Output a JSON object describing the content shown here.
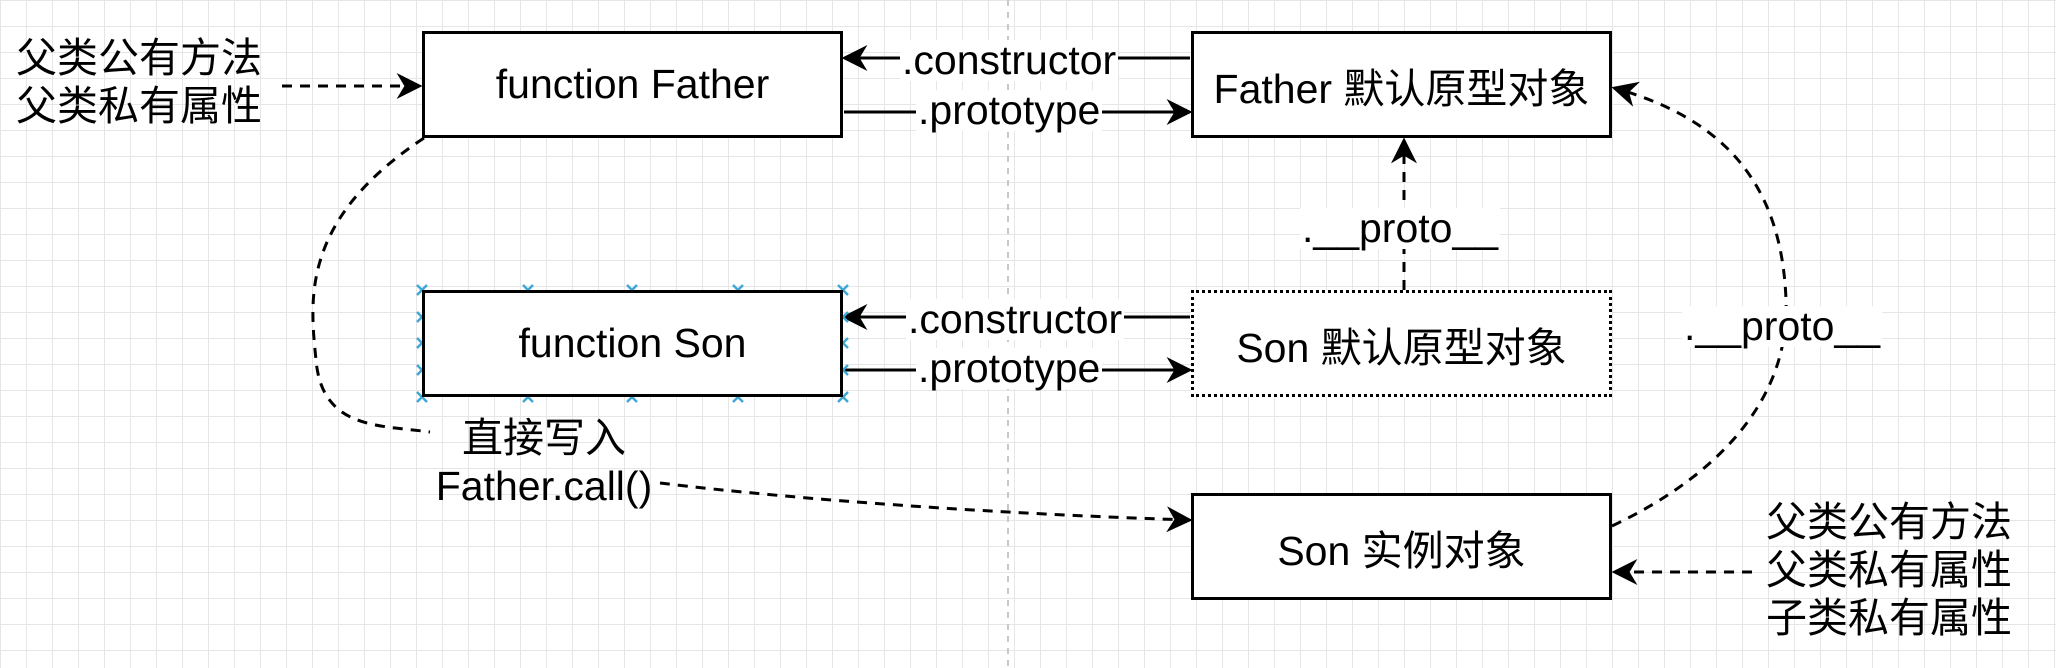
{
  "nodes": {
    "father_fn": "function Father",
    "father_proto": "Father 默认原型对象",
    "son_fn": "function Son",
    "son_proto": "Son 默认原型对象",
    "son_instance": "Son 实例对象"
  },
  "edge_labels": {
    "father_constructor": ".constructor",
    "father_prototype": ".prototype",
    "son_constructor": ".constructor",
    "son_prototype": ".prototype",
    "son_proto_link": ".__proto__",
    "instance_proto_link": ".__proto__",
    "call_line1": "直接写入",
    "call_line2": "Father.call()"
  },
  "notes": {
    "father_left": [
      "父类公有方法",
      "父类私有属性"
    ],
    "instance_right": [
      "父类公有方法",
      "父类私有属性",
      "子类私有属性"
    ]
  },
  "colors": {
    "grid": "#e6e6e6",
    "stroke": "#000000",
    "selection_handle": "#3fa7d6"
  }
}
